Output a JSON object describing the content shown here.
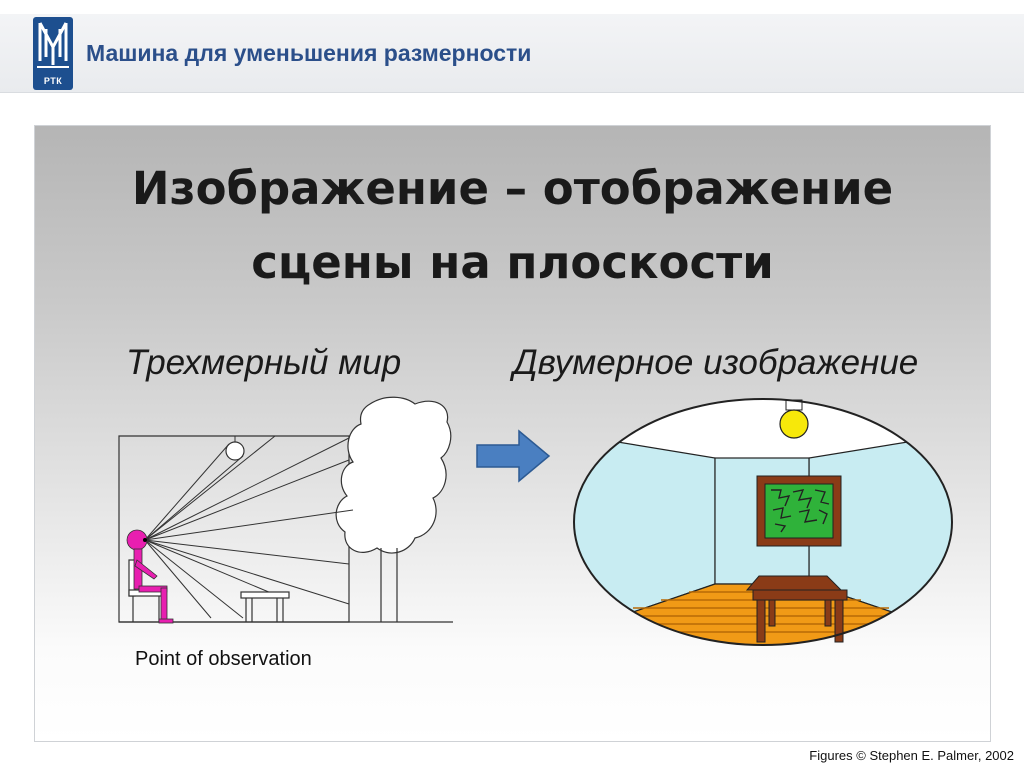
{
  "header": {
    "title": "Машина для уменьшения размерности",
    "logo_text": "РТК"
  },
  "slide": {
    "title_line1": "Изображение – отображение",
    "title_line2": "сцены на плоскости",
    "left_heading": "Трехмерный мир",
    "right_heading": "Двумерное изображение",
    "caption": "Point of observation"
  },
  "footer": {
    "credits": "Figures © Stephen E. Palmer, 2002"
  },
  "colors": {
    "title_blue": "#2b4f8a",
    "logo_blue": "#1d4f8f",
    "person_magenta": "#e81fb0",
    "arrow_blue": "#4a7fc1",
    "room_wall": "#c8ecf2",
    "floor_orange": "#f19a16",
    "table_brown": "#8a3b17",
    "painting_green": "#2fb23a",
    "lamp_yellow": "#f7e80a"
  }
}
